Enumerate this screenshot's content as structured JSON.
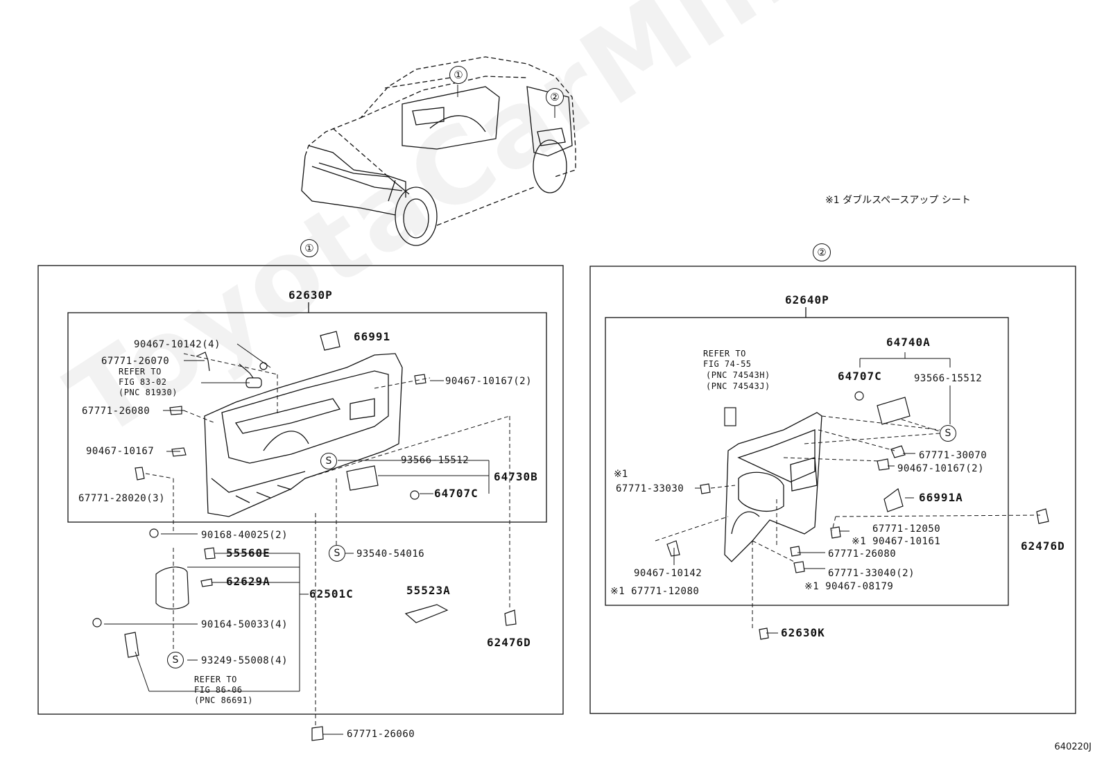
{
  "watermark": "ToyotaCarMine.ru",
  "note_star1": "※1 ダブルスペースアップ シート",
  "figure_code": "640220J",
  "section1": {
    "marker": "①",
    "top_part": "62630P",
    "labels": {
      "p66991": "66991",
      "p90467_10142": "90467-10142(4)",
      "p67771_26070": "67771-26070",
      "ref_a1": "REFER TO",
      "ref_a2": "FIG 83-02",
      "ref_a3": "(PNC 81930)",
      "p90467_10167_2": "90467-10167(2)",
      "p67771_26080": "67771-26080",
      "p90467_10167": "90467-10167",
      "p93566_15512": "93566-15512",
      "p64730B": "64730B",
      "p64707C": "64707C",
      "p67771_28020": "67771-28020(3)",
      "p90168_40025": "90168-40025(2)",
      "p55560E": "55560E",
      "p93540_54016": "93540-54016",
      "p62629A": "62629A",
      "p62501C": "62501C",
      "p55523A": "55523A",
      "p90164_50033": "90164-50033(4)",
      "p62476D": "62476D",
      "p93249_55008": "93249-55008(4)",
      "ref_b1": "REFER TO",
      "ref_b2": "FIG 86-06",
      "ref_b3": "(PNC 86691)",
      "p67771_26060": "67771-26060"
    }
  },
  "section2": {
    "marker": "②",
    "top_part": "62640P",
    "labels": {
      "ref_1": "REFER TO",
      "ref_2": "FIG 74-55",
      "ref_3": "(PNC 74543H)",
      "ref_4": "(PNC 74543J)",
      "p64740A": "64740A",
      "p64707C": "64707C",
      "p93566_15512": "93566-15512",
      "p67771_30070": "67771-30070",
      "p90467_10167_2": "90467-10167(2)",
      "star1": "※1",
      "p67771_33030": "67771-33030",
      "p66991A": "66991A",
      "p67771_12050": "67771-12050",
      "p90467_10161": "※1 90467-10161",
      "p62476D": "62476D",
      "p67771_26080": "67771-26080",
      "p90467_10142": "90467-10142",
      "p67771_33040": "67771-33040(2)",
      "p67771_12080": "※1 67771-12080",
      "p90467_08179": "※1 90467-08179",
      "p62630K": "62630K"
    }
  },
  "vehicle": {
    "callout1": "①",
    "callout2": "②"
  },
  "s_symbol": "S"
}
